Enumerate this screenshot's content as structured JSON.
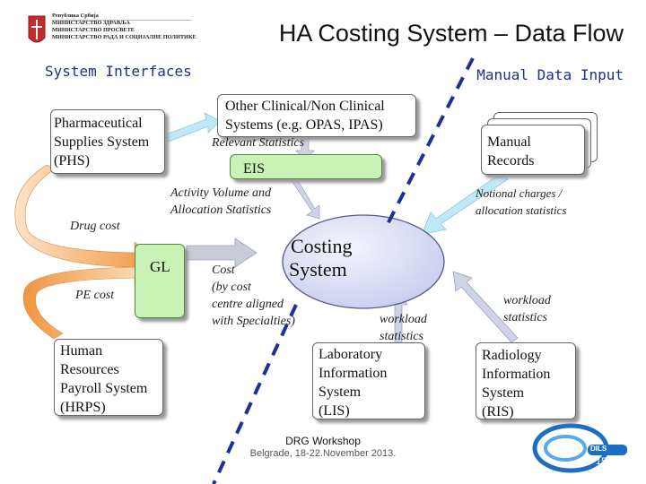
{
  "header": {
    "title": "HA Costing System – Data Flow",
    "logo_lines": [
      "Република Србија",
      "МИНИСТАРСТВО ЗДРАВЉА",
      "МИНИСТАРСТВО ПРОСВЕТЕ",
      "МИНИСТАРСТВО РАДА И СОЦИЈАЛНЕ ПОЛИТИКЕ"
    ]
  },
  "sections": {
    "system_interfaces": "System Interfaces",
    "manual_data_input": "Manual Data Input"
  },
  "boxes": {
    "phs": [
      "Pharmaceutical",
      "Supplies System",
      "(PHS)"
    ],
    "other_clinical": [
      "Other Clinical/Non Clinical",
      "Systems (e.g. OPAS, IPAS)"
    ],
    "manual_records": [
      "Manual",
      "Records"
    ],
    "eis": "EIS",
    "gl": "GL",
    "costing_system": [
      "Costing",
      "System"
    ],
    "hrps": [
      "Human",
      "Resources",
      "Payroll System",
      "(HRPS)"
    ],
    "lis": [
      "Laboratory",
      "Information",
      "System",
      "(LIS)"
    ],
    "ris": [
      "Radiology",
      "Information",
      "System",
      "(RIS)"
    ]
  },
  "labels": {
    "relevant_statistics": "Relevant Statistics",
    "activity_volume": [
      "Activity Volume and",
      "Allocation Statistics"
    ],
    "notional_charges": [
      "Notional charges /",
      "allocation statistics"
    ],
    "drug_cost": "Drug cost",
    "pe_cost": "PE cost",
    "cost_by_centre": [
      "Cost",
      "(by cost",
      "centre aligned",
      "with Specialties)"
    ],
    "workload_lis": [
      "workload",
      "statistics"
    ],
    "workload_ris": [
      "workload",
      "statistics"
    ]
  },
  "footer": {
    "event": "DRG Workshop",
    "place_date": "Belgrade, 18-22.November 2013.",
    "page_number": "15",
    "logo_text": "DILS"
  },
  "colors": {
    "title_blue": "#1f2f8a",
    "green_fill": "#c9f2b7",
    "orange_arrow": "#f3a35a",
    "blue_arrow": "#bfe9f8",
    "costing_fill": "#dde0f6"
  }
}
